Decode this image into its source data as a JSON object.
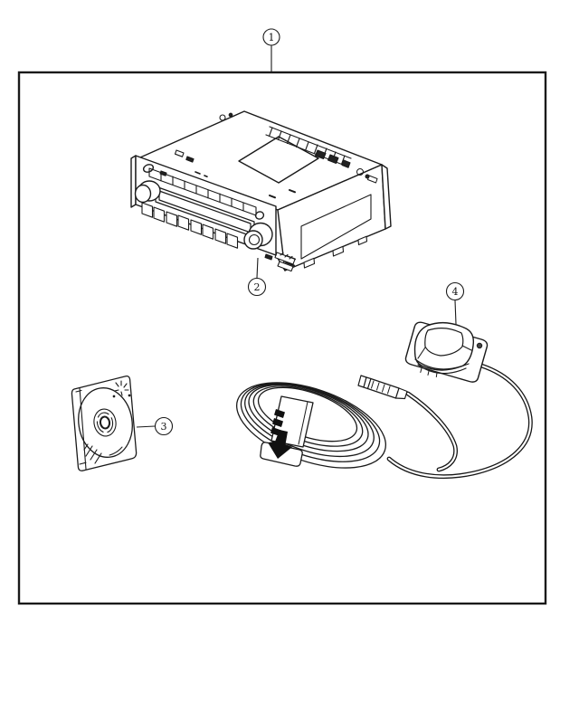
{
  "diagram": {
    "type": "parts-illustration",
    "background_color": "#ffffff",
    "line_color": "#1a1a1a",
    "callouts": [
      {
        "number": "1"
      },
      {
        "number": "2"
      },
      {
        "number": "3"
      },
      {
        "number": "4"
      }
    ]
  }
}
